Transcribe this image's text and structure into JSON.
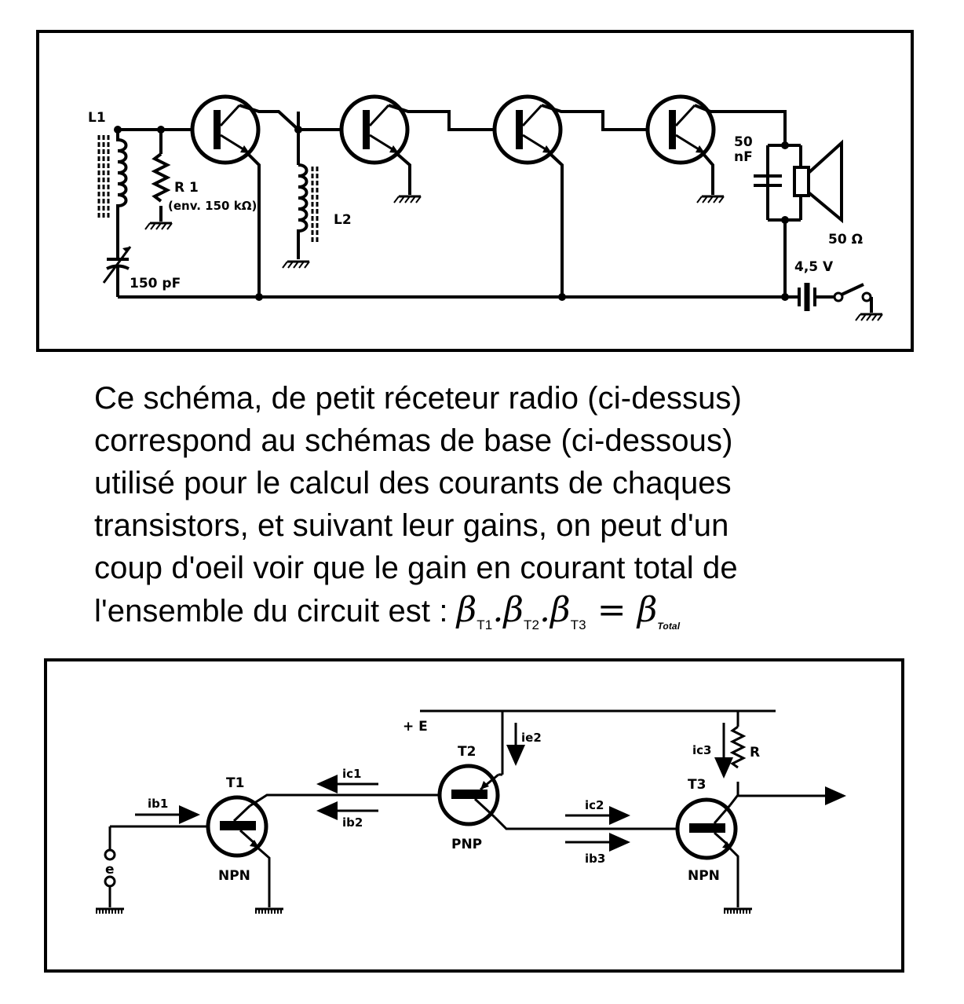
{
  "top_schematic": {
    "labels": {
      "l1": "L1",
      "r1": "R 1",
      "r1_value": "(env. 150 kΩ)",
      "cap_var": "150 pF",
      "l2": "L2",
      "cap_out": "50",
      "cap_out_unit": "nF",
      "speaker": "50 Ω",
      "battery": "4,5 V"
    }
  },
  "description": {
    "lines": [
      "Ce schéma, de petit réceteur radio (ci-dessus)",
      "correspond au schémas de base (ci-dessous)",
      "utilisé pour le calcul des courants de chaques",
      "transistors, et suivant leur gains, on peut d'un",
      "coup d'oeil voir que le gain en courant total de"
    ],
    "last_line": "l'ensemble du circuit est : ",
    "formula": {
      "beta": "β",
      "t1": "T1",
      "t2": "T2",
      "t3": "T3",
      "dot": ".",
      "equals": " = ",
      "total": "Total"
    }
  },
  "bottom_schematic": {
    "labels": {
      "supply": "+ E",
      "t1": "T1",
      "t1_type": "NPN",
      "t2": "T2",
      "t2_type": "PNP",
      "t3": "T3",
      "t3_type": "NPN",
      "resistor": "R",
      "input": "e",
      "ib1": "ib1",
      "ic1": "ic1",
      "ib2": "ib2",
      "ie2": "ie2",
      "ic2": "ic2",
      "ib3": "ib3",
      "ic3": "ic3"
    }
  }
}
